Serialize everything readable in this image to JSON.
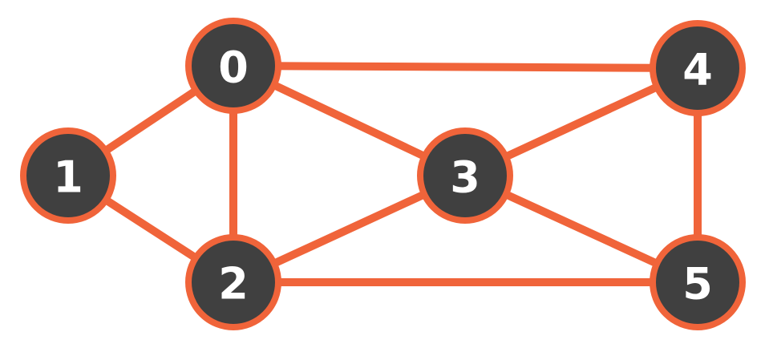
{
  "colors": {
    "edge": "#F0643A",
    "node_fill": "#404040",
    "node_stroke": "#F0643A",
    "label": "#FFFFFF"
  },
  "graph": {
    "nodes": [
      {
        "id": "0",
        "label": "0"
      },
      {
        "id": "1",
        "label": "1"
      },
      {
        "id": "2",
        "label": "2"
      },
      {
        "id": "3",
        "label": "3"
      },
      {
        "id": "4",
        "label": "4"
      },
      {
        "id": "5",
        "label": "5"
      }
    ],
    "edges": [
      [
        "0",
        "1"
      ],
      [
        "0",
        "2"
      ],
      [
        "0",
        "3"
      ],
      [
        "0",
        "4"
      ],
      [
        "1",
        "2"
      ],
      [
        "2",
        "3"
      ],
      [
        "2",
        "5"
      ],
      [
        "3",
        "4"
      ],
      [
        "3",
        "5"
      ],
      [
        "4",
        "5"
      ]
    ]
  }
}
